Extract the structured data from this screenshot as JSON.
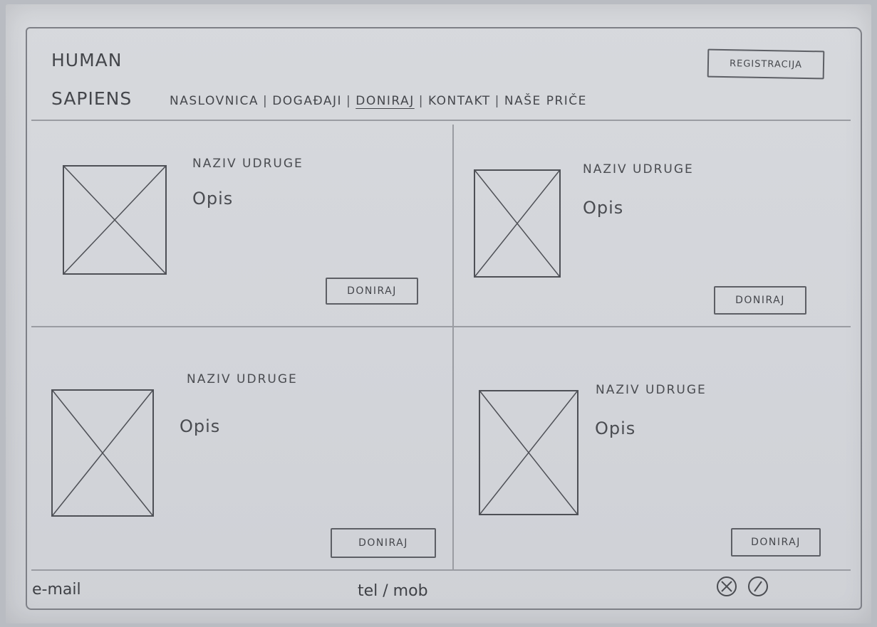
{
  "brand": {
    "line1": "HUMAN",
    "line2": "SAPIENS"
  },
  "header": {
    "register_label": "REGISTRACIJA"
  },
  "nav": {
    "items": [
      {
        "label": "NASLOVNICA"
      },
      {
        "label": "DOGAĐAJI"
      },
      {
        "label": "DONIRAJ"
      },
      {
        "label": "KONTAKT"
      },
      {
        "label": "NAŠE PRIČE"
      }
    ],
    "separator": "|"
  },
  "cards": [
    {
      "name": "NAZIV UDRUGE",
      "description": "Opis",
      "donate_label": "DONIRAJ"
    },
    {
      "name": "NAZIV UDRUGE",
      "description": "Opis",
      "donate_label": "DONIRAJ"
    },
    {
      "name": "NAZIV UDRUGE",
      "description": "Opis",
      "donate_label": "DONIRAJ"
    },
    {
      "name": "NAZIV UDRUGE",
      "description": "Opis",
      "donate_label": "DONIRAJ"
    }
  ],
  "footer": {
    "email_label": "e-mail",
    "phone_label": "tel / mob",
    "social_icons": [
      "social-icon-1",
      "social-icon-2"
    ]
  }
}
